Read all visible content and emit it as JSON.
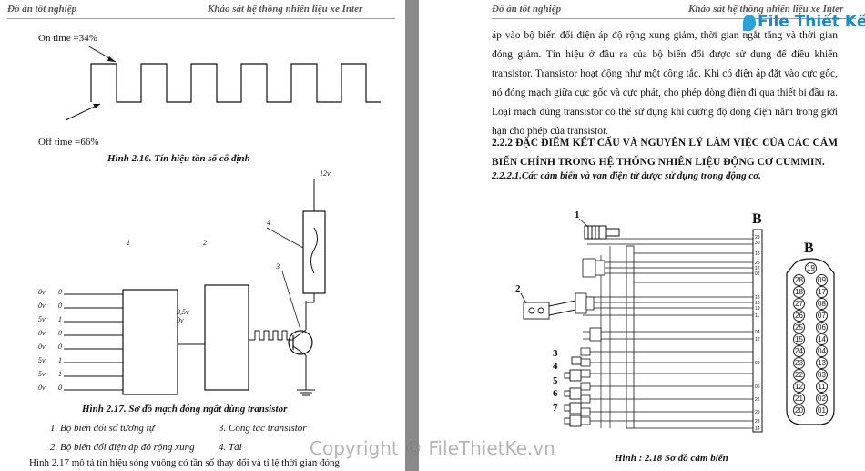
{
  "left_page": {
    "header_left": "Đồ án tốt nghiệp",
    "header_right": "Khảo sát hệ thống nhiên liệu xe Inter",
    "fig216": {
      "on_time": "On time =34%",
      "off_time": "Off  time =66%",
      "caption": "Hình 2.16. Tín hiệu tần số cố định"
    },
    "fig217": {
      "label_12v": "12v",
      "label_1": "1",
      "label_2": "2",
      "label_3": "3",
      "label_4": "4",
      "mid_35v": "3,5v",
      "mid_0v": "0v",
      "input_volts": [
        "0v",
        "0v",
        "5v",
        "0v",
        "0v",
        "5v",
        "5v",
        "0v"
      ],
      "input_bits": [
        "0",
        "0",
        "1",
        "0",
        "0",
        "1",
        "1",
        "0"
      ],
      "caption": "Hình 2.17. Sơ đồ mạch đóng ngắt dùng transistor"
    },
    "legend": {
      "item1": "1. Bộ biến đổi số tương tự",
      "item2": "2. Bộ biến đổi điện áp độ rộng xung",
      "item3": "3. Công tắc transistor",
      "item4": "4. Tải"
    },
    "bottom_text": "Hình 2.17 mô tả tín hiệu sóng vuông có tần số thay đổi và tỉ lệ thời gian đóng"
  },
  "right_page": {
    "header_left": "Đồ án tốt nghiệp",
    "header_right": "Khảo sát hệ thống nhiên liệu xe Inter",
    "para1": "áp vào bộ biến đổi điện áp độ rộng xung giảm, thời gian ngắt tăng và thời gian đóng giảm. Tín hiệu ở đầu ra của bộ biến đổi được sử dụng để điều khiển transistor. Transistor hoạt động như một công tắc. Khi có điện áp đặt vào cực gốc, nó đóng mạch giữa cực gốc và cực phát, cho phép dòng điện đi qua thiết bị đầu ra. Loại mạch dùng transistor có thể sử dụng khi cường độ dòng điện nằm trong giới hạn cho phép của transistor.",
    "heading": "2.2.2 ĐẶC ĐIỂM KẾT CẤU VÀ NGUYÊN LÝ LÀM VIỆC CỦA CÁC CẢM BIẾN CHÍNH TRONG HỆ THỐNG NHIÊN LIỆU ĐỘNG CƠ CUMMIN.",
    "subheading": "2.2.2.1.Các cảm biến và van điện từ được sử dụng trong động cơ.",
    "fig218": {
      "label_b_main": "B",
      "label_b_conn": "B",
      "sensor_labels": [
        "1",
        "2",
        "3",
        "4",
        "5",
        "6",
        "7"
      ],
      "caption": "Hình  : 2.18 Sơ đồ cảm biến",
      "connector_pins": [
        [
          "19"
        ],
        [
          "28",
          "09"
        ],
        [
          "18",
          "17"
        ],
        [
          "27",
          "08"
        ],
        [
          "26",
          "07"
        ],
        [
          "25",
          "06"
        ],
        [
          "15",
          "14"
        ],
        [
          "24",
          "04"
        ],
        [
          "23",
          "13"
        ],
        [
          "22",
          "03"
        ],
        [
          "12",
          "11"
        ],
        [
          "21",
          "02"
        ],
        [
          "20",
          "01"
        ]
      ]
    }
  },
  "watermark": "Copyright © FileThietKe.vn",
  "logo": "File Thiết Kế.vn"
}
